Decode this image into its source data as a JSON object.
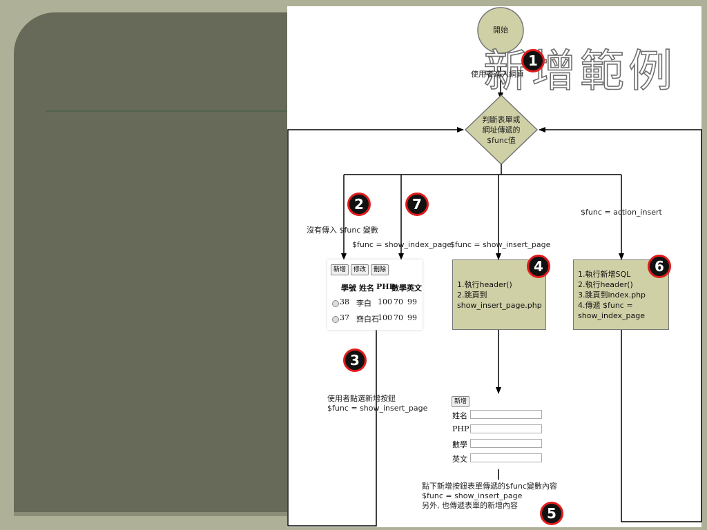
{
  "slide": {
    "title": "新增範例"
  },
  "flow": {
    "start": "開始",
    "start_note": "使用者進入網頁",
    "decision": [
      "判斷表單或",
      "網址傳遞的",
      "$func值"
    ],
    "branch_labels": {
      "no_func": "沒有傳入 $func 變數",
      "show_index": "$func = show_index_page",
      "show_insert": "$func = show_insert_page",
      "action_insert": "$func = action_insert"
    },
    "box_insert_header": [
      "1.執行header()",
      "2.跳頁到",
      "show_insert_page.php"
    ],
    "box_action_insert": [
      "1.執行新增SQL",
      "2.執行header()",
      "3.跳頁到index.php",
      "4.傳遞 $func =",
      "show_index_page"
    ],
    "click_add_note": [
      "使用者點選新增按鈕",
      "$func = show_insert_page"
    ],
    "submit_note": [
      "點下新增按鈕表單傳遞的$func變數內容",
      "$func = show_insert_page",
      "另外, 也傳遞表單的新增內容"
    ],
    "badges": [
      "1",
      "2",
      "3",
      "4",
      "5",
      "6",
      "7"
    ]
  },
  "list_page": {
    "buttons": [
      "新增",
      "修改",
      "刪除"
    ],
    "columns": [
      "學號",
      "姓名",
      "PHP",
      "數學",
      "英文"
    ],
    "rows": [
      [
        "38",
        "李白",
        "100",
        "70",
        "99"
      ],
      [
        "37",
        "齊白石",
        "100",
        "70",
        "99"
      ]
    ]
  },
  "insert_form": {
    "button": "新增",
    "fields": [
      "姓名",
      "PHP",
      "數學",
      "英文"
    ]
  },
  "colors": {
    "node_fill": "#cfd0a6",
    "badge_ring": "#e21b1b",
    "slide_bg": "#676a59"
  }
}
